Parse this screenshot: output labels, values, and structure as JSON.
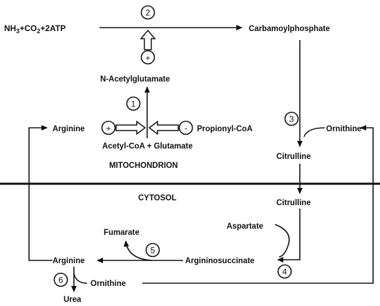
{
  "reactants": {
    "nh3_main": "NH",
    "nh3_sub": "3",
    "plus_co2": "+CO",
    "co2_sub": "2",
    "tail": "+2ATP"
  },
  "metabolites": {
    "carbamoylphosphate": "Carbamoylphosphate",
    "n_acetylglutamate": "N-Acetylglutamate",
    "arginine_mito": "Arginine",
    "propionyl_coa": "Propionyl-CoA",
    "acetylcoa_glutamate": "Acetyl-CoA + Glutamate",
    "ornithine_mito": "Ornithine",
    "citrulline_mito": "Citrulline",
    "citrulline_cyto": "Citrulline",
    "aspartate": "Aspartate",
    "fumarate": "Fumarate",
    "arginine_cyto": "Arginine",
    "argininosuccinate": "Argininosuccinate",
    "ornithine_cyto": "Ornithine",
    "urea": "Urea"
  },
  "compartments": {
    "mitochondrion": "MITOCHONDRION",
    "cytosol": "CYTOSOL"
  },
  "steps": [
    "1",
    "2",
    "3",
    "4",
    "5",
    "6"
  ],
  "regulators": {
    "activator": "+",
    "inhibitor": "-"
  }
}
